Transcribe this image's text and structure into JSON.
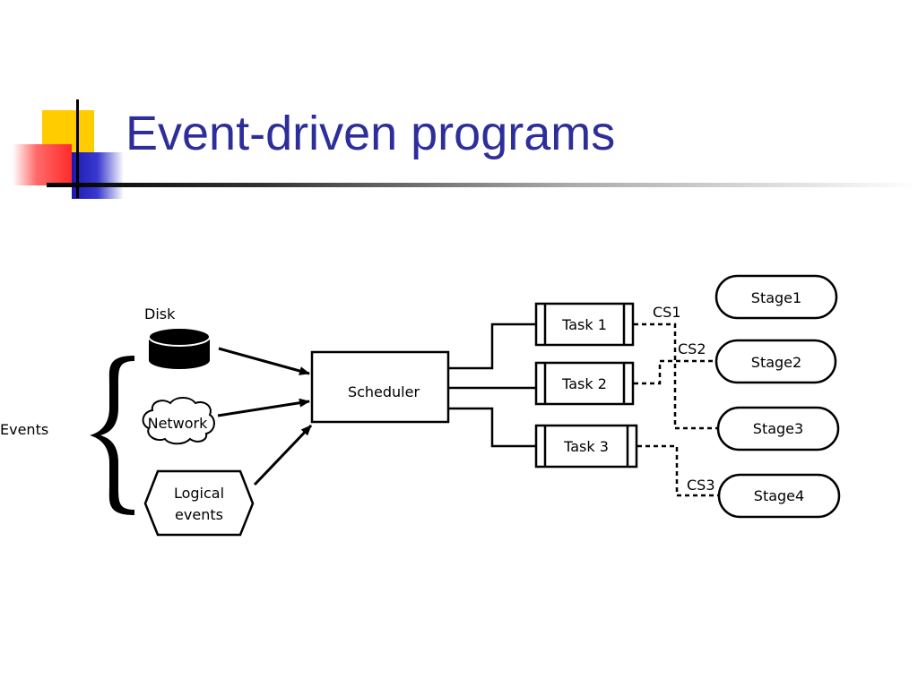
{
  "title": "Event-driven programs",
  "diagram": {
    "events_label": "Events",
    "sources": {
      "disk": "Disk",
      "network": "Network",
      "logical_line1": "Logical",
      "logical_line2": "events"
    },
    "scheduler": "Scheduler",
    "tasks": [
      "Task 1",
      "Task 2",
      "Task 3"
    ],
    "stages": [
      "Stage1",
      "Stage2",
      "Stage3",
      "Stage4"
    ],
    "connections": [
      "CS1",
      "CS2",
      "CS3"
    ]
  }
}
